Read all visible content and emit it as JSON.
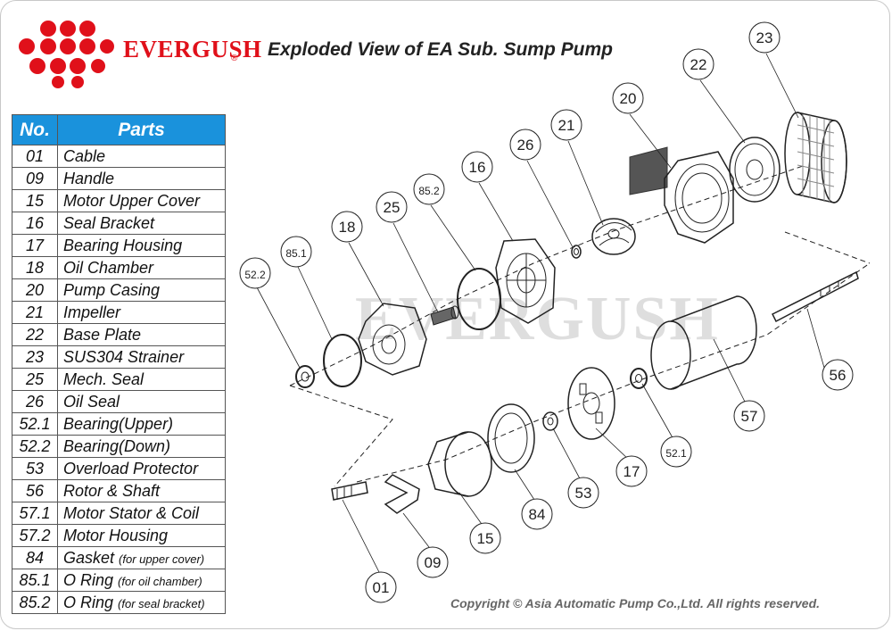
{
  "brand": {
    "name": "EVERGUSH",
    "reg": "®",
    "logo_color": "#e0101a"
  },
  "title": "Exploded View of EA Sub. Sump Pump",
  "table": {
    "header_no": "No.",
    "header_parts": "Parts",
    "header_color": "#1a92dc",
    "rows": [
      {
        "no": "01",
        "name": "Cable",
        "note": ""
      },
      {
        "no": "09",
        "name": "Handle",
        "note": ""
      },
      {
        "no": "15",
        "name": "Motor Upper Cover",
        "note": ""
      },
      {
        "no": "16",
        "name": "Seal Bracket",
        "note": ""
      },
      {
        "no": "17",
        "name": "Bearing Housing",
        "note": ""
      },
      {
        "no": "18",
        "name": "Oil Chamber",
        "note": ""
      },
      {
        "no": "20",
        "name": "Pump Casing",
        "note": ""
      },
      {
        "no": "21",
        "name": "Impeller",
        "note": ""
      },
      {
        "no": "22",
        "name": "Base Plate",
        "note": ""
      },
      {
        "no": "23",
        "name": "SUS304 Strainer",
        "note": ""
      },
      {
        "no": "25",
        "name": "Mech. Seal",
        "note": ""
      },
      {
        "no": "26",
        "name": "Oil Seal",
        "note": ""
      },
      {
        "no": "52.1",
        "name": "Bearing(Upper)",
        "note": ""
      },
      {
        "no": "52.2",
        "name": "Bearing(Down)",
        "note": ""
      },
      {
        "no": "53",
        "name": "Overload Protector",
        "note": ""
      },
      {
        "no": "56",
        "name": "Rotor & Shaft",
        "note": ""
      },
      {
        "no": "57.1",
        "name": "Motor Stator & Coil",
        "note": ""
      },
      {
        "no": "57.2",
        "name": "Motor Housing",
        "note": ""
      },
      {
        "no": "84",
        "name": "Gasket",
        "note": "(for upper cover)"
      },
      {
        "no": "85.1",
        "name": "O Ring",
        "note": "(for oil chamber)"
      },
      {
        "no": "85.2",
        "name": "O Ring",
        "note": "(for seal bracket)"
      }
    ]
  },
  "callouts": [
    "23",
    "22",
    "20",
    "21",
    "26",
    "16",
    "85.2",
    "25",
    "18",
    "85.1",
    "52.2",
    "56",
    "57",
    "52.1",
    "17",
    "53",
    "84",
    "15",
    "09",
    "01"
  ],
  "watermark": "EVERGUSH",
  "copyright": "Copyright © Asia Automatic Pump Co.,Ltd. All rights reserved."
}
